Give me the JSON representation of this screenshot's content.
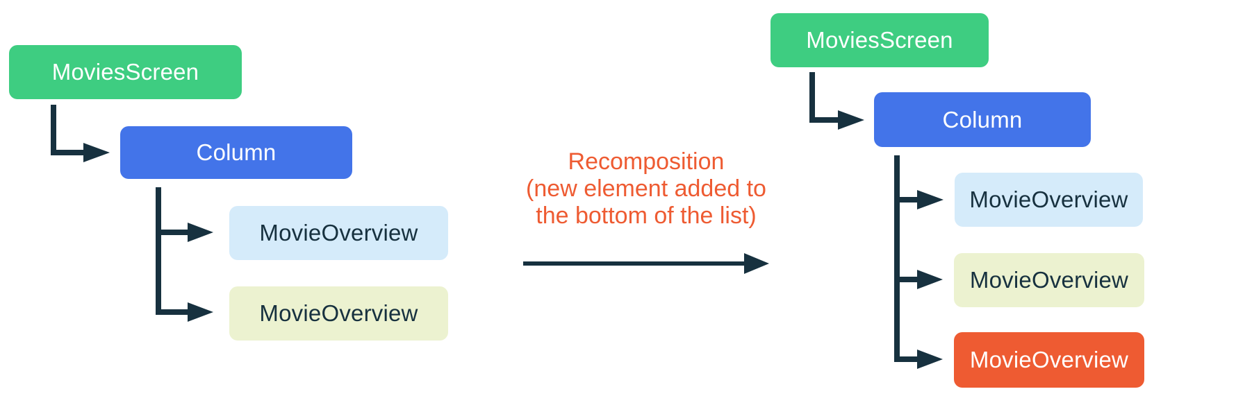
{
  "diagram": {
    "title_semantic": "recomposition-new-element-added-bottom",
    "colors": {
      "green": "#3ECD81",
      "blue": "#4374E9",
      "light_blue": "#D5EBFA",
      "pale_yellow": "#ECF2D0",
      "orange": "#EE5B32",
      "connector": "#17313F",
      "text_on_dark": "#FFFFFF",
      "text_on_light": "#17313F",
      "annotation": "#EE5B32"
    },
    "left_tree": {
      "nodes": [
        {
          "label": "MoviesScreen",
          "color": "green"
        },
        {
          "label": "Column",
          "color": "blue"
        },
        {
          "label": "MovieOverview",
          "color": "light_blue"
        },
        {
          "label": "MovieOverview",
          "color": "pale_yellow"
        }
      ]
    },
    "annotation": {
      "text": "Recomposition\n(new element added to\nthe bottom of the list)"
    },
    "right_tree": {
      "nodes": [
        {
          "label": "MoviesScreen",
          "color": "green"
        },
        {
          "label": "Column",
          "color": "blue"
        },
        {
          "label": "MovieOverview",
          "color": "light_blue"
        },
        {
          "label": "MovieOverview",
          "color": "pale_yellow"
        },
        {
          "label": "MovieOverview",
          "color": "orange"
        }
      ]
    }
  }
}
